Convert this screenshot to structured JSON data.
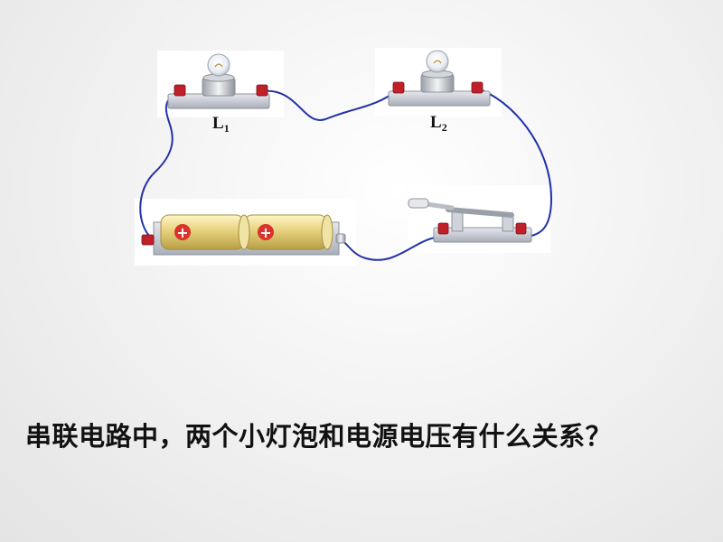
{
  "slide": {
    "lamp1_label": {
      "letter": "L",
      "sub": "1"
    },
    "lamp2_label": {
      "letter": "L",
      "sub": "2"
    },
    "battery_plus_1": "+",
    "battery_plus_2": "+",
    "question": "串联电路中，两个小灯泡和电源电压有什么关系？"
  },
  "colors": {
    "wire": "#2233a8",
    "terminal": "#c0202a",
    "battery": "#e6d27a",
    "base": "#c8ccd4"
  },
  "icons": [
    "lamp-icon",
    "battery-icon",
    "switch-icon",
    "terminal-icon"
  ]
}
